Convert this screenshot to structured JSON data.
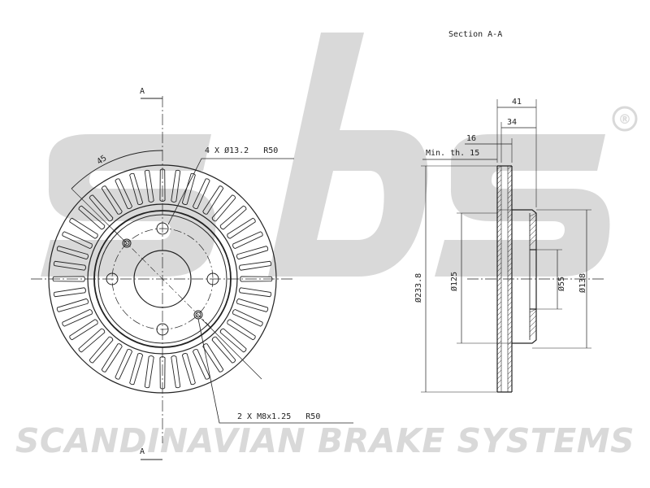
{
  "watermark": {
    "brand_logo": "sbs",
    "registered_mark": "®",
    "company_name": "SCANDINAVIAN BRAKE SYSTEMS",
    "color": "#d9d9d9"
  },
  "front_view": {
    "section_marker_top": "A",
    "section_marker_bottom": "A",
    "angle_label": "45",
    "bolt_holes_label": "4 X Ø13.2   R50",
    "threaded_holes_label": "2 X M8x1.25   R50"
  },
  "section_view": {
    "title": "Section A-A",
    "dim_overall_thickness": "41",
    "dim_hat_depth": "34",
    "dim_disc_thickness": "16",
    "dim_min_thickness": "Min. th. 15",
    "dim_outer_diameter": "Ø233.8",
    "dim_hat_diameter": "Ø125",
    "dim_center_bore": "Ø55",
    "dim_hat_outer": "Ø138"
  },
  "colors": {
    "line": "#222222",
    "watermark": "#d9d9d9"
  }
}
